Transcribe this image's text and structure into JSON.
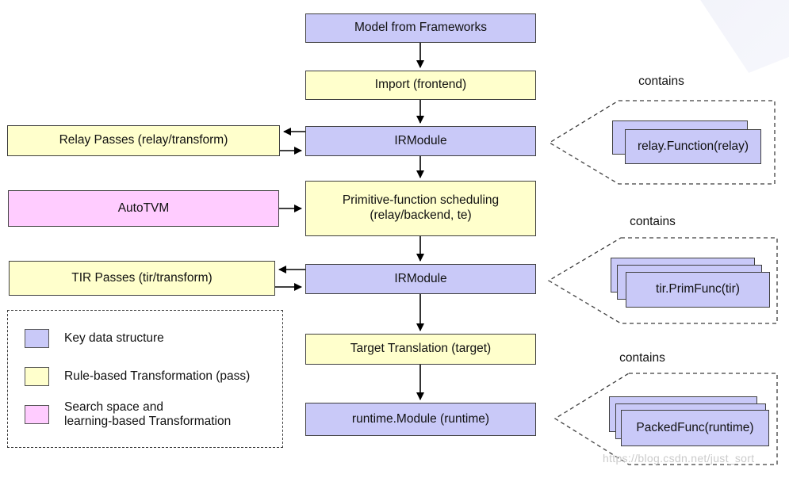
{
  "title": "TVM compilation flow diagram",
  "colors": {
    "key_data_structure": "#C9C9F8",
    "rule_based_transformation": "#FFFFCC",
    "search_space_transformation": "#FFCCFF"
  },
  "flow": {
    "model": "Model from Frameworks",
    "import": "Import (frontend)",
    "irmodule1": "IRModule",
    "scheduling_line1": "Primitive-function scheduling",
    "scheduling_line2": "(relay/backend, te)",
    "irmodule2": "IRModule",
    "target": "Target Translation (target)",
    "runtime": "runtime.Module (runtime)"
  },
  "side": {
    "relay_passes": "Relay Passes (relay/transform)",
    "autotvm": "AutoTVM",
    "tir_passes": "TIR Passes (tir/transform)"
  },
  "callouts": [
    {
      "contains": "contains",
      "label": "relay.Function(relay)"
    },
    {
      "contains": "contains",
      "label": "tir.PrimFunc(tir)"
    },
    {
      "contains": "contains",
      "label": "PackedFunc(runtime)"
    }
  ],
  "legend": {
    "item1": {
      "label": "Key data structure"
    },
    "item2": {
      "label": "Rule-based Transformation (pass)"
    },
    "item3": {
      "label_line1": "Search space and",
      "label_line2": "learning-based Transformation"
    }
  },
  "watermark": "https://blog.csdn.net/just_sort"
}
